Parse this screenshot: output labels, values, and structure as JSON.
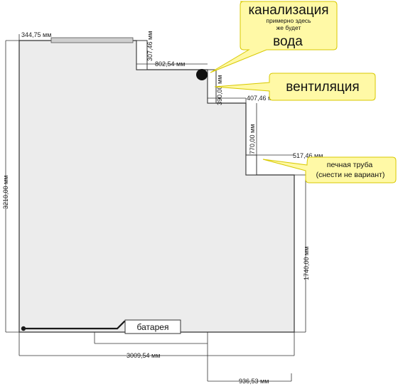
{
  "colors": {
    "room_fill": "#ececec",
    "wall": "#333333",
    "callout_fill": "#fff9a6",
    "callout_stroke": "#d8c900",
    "heater_pipe": "#1a1a1a"
  },
  "dimensions": {
    "top_left_wall": "344,75 мм",
    "top_notch_height": "307,46 мм",
    "top_step": "802,54 мм",
    "right_notch_height": "390,00 мм",
    "vent_step": "407,46 мм",
    "vent_height": "770,00 мм",
    "pipe_step": "517,46 мм",
    "right_wall": "1740,00 мм",
    "left_wall": "3210,00 мм",
    "bottom_wall": "3009,54 мм",
    "bottom_offset": "936,53 мм"
  },
  "callouts": {
    "sewer": {
      "title": "канализация",
      "note_line1": "примерно здесь",
      "note_line2": "же будет",
      "water": "вода"
    },
    "ventilation": {
      "title": "вентиляция"
    },
    "stove_pipe": {
      "line1": "печная труба",
      "line2": "(снести не вариант)"
    }
  },
  "labels": {
    "battery": "батарея"
  },
  "icons": {
    "sewer_marker": "filled-circle-icon",
    "battery_end": "dot-icon"
  }
}
